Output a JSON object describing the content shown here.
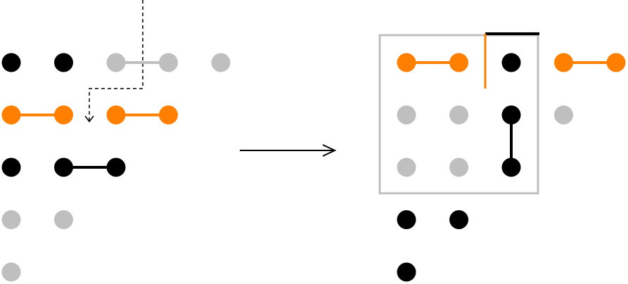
{
  "colors": {
    "black": "#000000",
    "gray": "#bfbfbf",
    "orange": "#ff8000",
    "frame": "#bfbfbf",
    "connector": "#000000",
    "background": "#ffffff"
  },
  "left_panel": {
    "description_dots": [
      {
        "row": 0,
        "col": 0,
        "color": "black"
      },
      {
        "row": 0,
        "col": 1,
        "color": "black"
      },
      {
        "row": 0,
        "col": 2,
        "color": "gray"
      },
      {
        "row": 0,
        "col": 3,
        "color": "gray"
      },
      {
        "row": 0,
        "col": 4,
        "color": "gray"
      },
      {
        "row": 1,
        "col": 0,
        "color": "orange"
      },
      {
        "row": 1,
        "col": 1,
        "color": "orange"
      },
      {
        "row": 1,
        "col": 2,
        "color": "orange"
      },
      {
        "row": 1,
        "col": 3,
        "color": "orange"
      },
      {
        "row": 2,
        "col": 0,
        "color": "black"
      },
      {
        "row": 2,
        "col": 1,
        "color": "black"
      },
      {
        "row": 2,
        "col": 2,
        "color": "black"
      },
      {
        "row": 3,
        "col": 0,
        "color": "gray"
      },
      {
        "row": 3,
        "col": 1,
        "color": "gray"
      },
      {
        "row": 4,
        "col": 0,
        "color": "gray"
      }
    ],
    "links": [
      {
        "from": [
          0,
          2
        ],
        "to": [
          0,
          3
        ],
        "color": "gray"
      },
      {
        "from": [
          1,
          0
        ],
        "to": [
          1,
          1
        ],
        "color": "orange"
      },
      {
        "from": [
          1,
          2
        ],
        "to": [
          1,
          3
        ],
        "color": "orange"
      },
      {
        "from": [
          2,
          1
        ],
        "to": [
          2,
          2
        ],
        "color": "black"
      }
    ]
  },
  "right_panel": {
    "description_dots": [
      {
        "row": 0,
        "col": 0,
        "color": "orange"
      },
      {
        "row": 0,
        "col": 1,
        "color": "orange"
      },
      {
        "row": 0,
        "col": 2,
        "color": "black"
      },
      {
        "row": 0,
        "col": 3,
        "color": "orange"
      },
      {
        "row": 0,
        "col": 4,
        "color": "orange"
      },
      {
        "row": 1,
        "col": 0,
        "color": "gray"
      },
      {
        "row": 1,
        "col": 1,
        "color": "gray"
      },
      {
        "row": 1,
        "col": 2,
        "color": "black"
      },
      {
        "row": 1,
        "col": 3,
        "color": "gray"
      },
      {
        "row": 2,
        "col": 0,
        "color": "gray"
      },
      {
        "row": 2,
        "col": 1,
        "color": "gray"
      },
      {
        "row": 2,
        "col": 2,
        "color": "black"
      },
      {
        "row": 3,
        "col": 0,
        "color": "black"
      },
      {
        "row": 3,
        "col": 1,
        "color": "black"
      },
      {
        "row": 4,
        "col": 0,
        "color": "black"
      }
    ],
    "links": [
      {
        "from": [
          0,
          0
        ],
        "to": [
          0,
          1
        ],
        "color": "orange"
      },
      {
        "from": [
          0,
          3
        ],
        "to": [
          0,
          4
        ],
        "color": "orange"
      },
      {
        "from": [
          1,
          2
        ],
        "to": [
          2,
          2
        ],
        "color": "black"
      }
    ]
  }
}
